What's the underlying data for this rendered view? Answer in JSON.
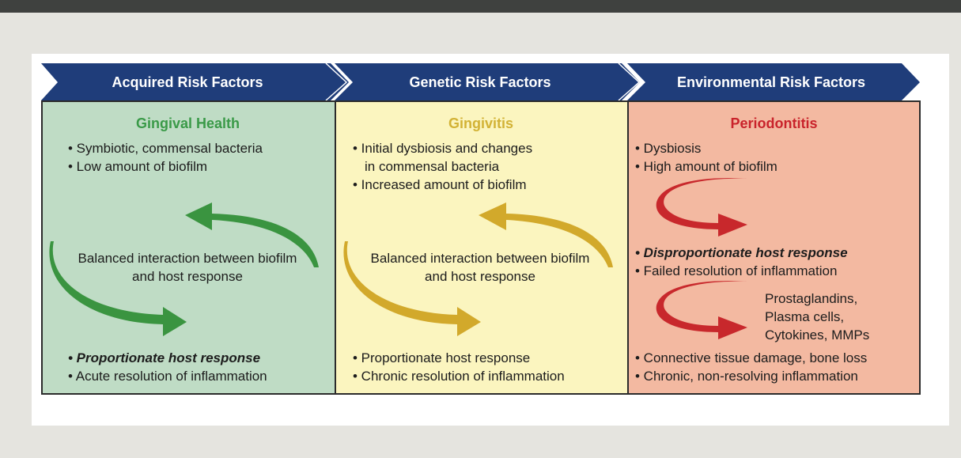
{
  "banner": {
    "stages": [
      "Acquired Risk Factors",
      "Genetic Risk Factors",
      "Environmental Risk Factors"
    ],
    "color": "#1f3d7a"
  },
  "health": {
    "title": "Gingival Health",
    "title_color": "#3a9a48",
    "bullets": [
      "• Symbiotic, commensal bacteria",
      "• Low amount of biofilm"
    ],
    "cycle_text": "Balanced interaction between biofilm and host response",
    "bottom": [
      "• Proportionate host response",
      "• Acute resolution of inflammation"
    ],
    "arrow_color": "#3a9440"
  },
  "gingivitis": {
    "title": "Gingivitis",
    "title_color": "#d2b235",
    "bullets": [
      "• Initial dysbiosis and changes",
      "in commensal bacteria",
      "• Increased amount of biofilm"
    ],
    "cycle_text": "Balanced interaction between biofilm and host response",
    "bottom": [
      "• Proportionate host response",
      "• Chronic resolution of inflammation"
    ],
    "arrow_color": "#d2a92b"
  },
  "periodontitis": {
    "title": "Periodontitis",
    "title_color": "#c9232b",
    "bullets": [
      "• Dysbiosis",
      "• High amount of biofilm"
    ],
    "mid": [
      "• Disproportionate host response",
      "• Failed resolution of inflammation"
    ],
    "mediators": [
      "Prostaglandins,",
      "Plasma cells,",
      "Cytokines, MMPs"
    ],
    "bottom": [
      "• Connective tissue damage, bone loss",
      "• Chronic, non-resolving inflammation"
    ],
    "arrow_color": "#c8282c"
  }
}
